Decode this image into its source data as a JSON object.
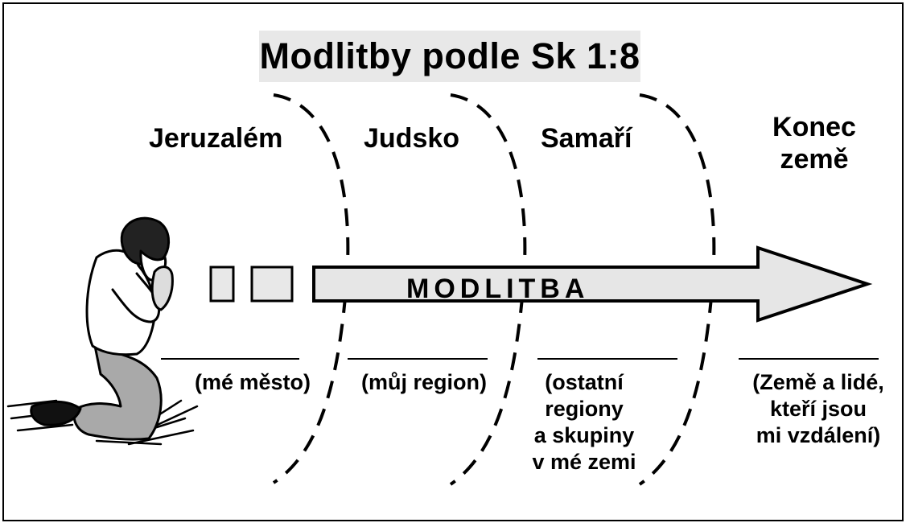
{
  "title": "Modlitby podle Sk 1:8",
  "arrow_label": "MODLITBA",
  "zones": [
    {
      "name_lines": [
        "Jeruzalém"
      ],
      "description_lines": [
        "(mé město)"
      ]
    },
    {
      "name_lines": [
        "Judsko"
      ],
      "description_lines": [
        "(můj region)"
      ]
    },
    {
      "name_lines": [
        "Samaří"
      ],
      "description_lines": [
        "(ostatní",
        "regiony",
        "a skupiny",
        "v mé zemi"
      ]
    },
    {
      "name_lines": [
        "Konec",
        "země"
      ],
      "description_lines": [
        "(Země a lidé,",
        "kteří jsou",
        "mi vzdálení)"
      ]
    }
  ],
  "icons": {
    "figure": "praying-person-icon"
  }
}
